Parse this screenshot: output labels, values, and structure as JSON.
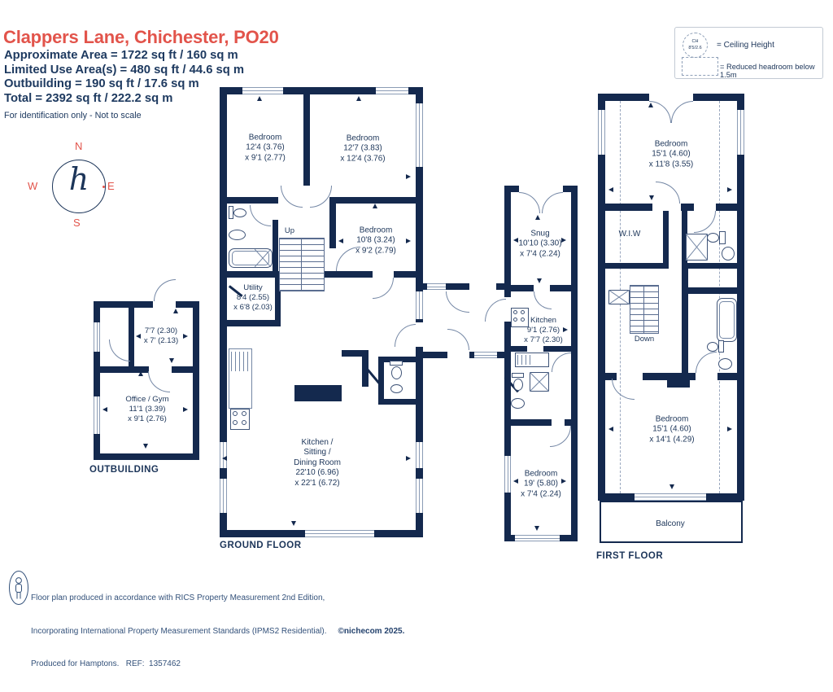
{
  "colors": {
    "wall_navy": "#14294e",
    "accent_red": "#e2544b"
  },
  "header": {
    "title": "Clappers Lane, Chichester, PO20",
    "area_line1": "Approximate Area = 1722 sq ft / 160 sq m",
    "area_line2": "Limited Use Area(s) = 480 sq ft / 44.6 sq m",
    "area_line3": "Outbuilding = 190 sq ft / 17.6 sq m",
    "area_line4": "Total = 2392 sq ft / 222.2 sq m",
    "note": "For identification only - Not to scale"
  },
  "legend": {
    "ch1": "CH",
    "ch2": "8'5/2.6",
    "ceiling": "= Ceiling Height",
    "reduced": "= Reduced headroom below 1.5m"
  },
  "compass": {
    "n": "N",
    "e": "E",
    "s": "S",
    "w": "W",
    "logo": "h"
  },
  "floors": {
    "ground": "GROUND FLOOR",
    "first": "FIRST FLOOR",
    "outbuilding": "OUTBUILDING"
  },
  "rooms": {
    "gf_bed1": {
      "name": "Bedroom",
      "d1": "12'4 (3.76)",
      "d2": "x 9'1 (2.77)"
    },
    "gf_bed2": {
      "name": "Bedroom",
      "d1": "12'7 (3.83)",
      "d2": "x 12'4 (3.76)"
    },
    "gf_bed3": {
      "name": "Bedroom",
      "d1": "10'8 (3.24)",
      "d2": "x 9'2 (2.79)"
    },
    "gf_utility": {
      "name": "Utility",
      "d1": "8'4 (2.55)",
      "d2": "x 6'8 (2.03)"
    },
    "gf_kitchen": {
      "n1": "Kitchen /",
      "n2": "Sitting /",
      "n3": "Dining Room",
      "d1": "22'10 (6.96)",
      "d2": "x 22'1 (6.72)"
    },
    "gf_up": "Up",
    "ax_snug": {
      "name": "Snug",
      "d1": "10'10 (3.30)",
      "d2": "x 7'4 (2.24)"
    },
    "ax_kitchen": {
      "name": "Kitchen",
      "d1": "9'1 (2.76)",
      "d2": "x 7'7 (2.30)"
    },
    "ax_bed": {
      "name": "Bedroom",
      "d1": "19' (5.80)",
      "d2": "x 7'4 (2.24)"
    },
    "ff_bed1": {
      "name": "Bedroom",
      "d1": "15'1 (4.60)",
      "d2": "x 11'8 (3.55)"
    },
    "ff_wiw": "W.I.W",
    "ff_down": "Down",
    "ff_bed2": {
      "name": "Bedroom",
      "d1": "15'1 (4.60)",
      "d2": "x 14'1 (4.29)"
    },
    "ff_balcony": "Balcony",
    "ob_room": {
      "d1": "7'7 (2.30)",
      "d2": "x 7' (2.13)"
    },
    "ob_office": {
      "name": "Office / Gym",
      "d1": "11'1 (3.39)",
      "d2": "x 9'1 (2.76)"
    }
  },
  "footer": {
    "line1": "Floor plan produced in accordance with RICS Property Measurement 2nd Edition,",
    "line2": "Incorporating International Property Measurement Standards (IPMS2 Residential).",
    "copyright": "©nichecom 2025.",
    "line3": "Produced for Hamptons.   REF:  1357462"
  }
}
